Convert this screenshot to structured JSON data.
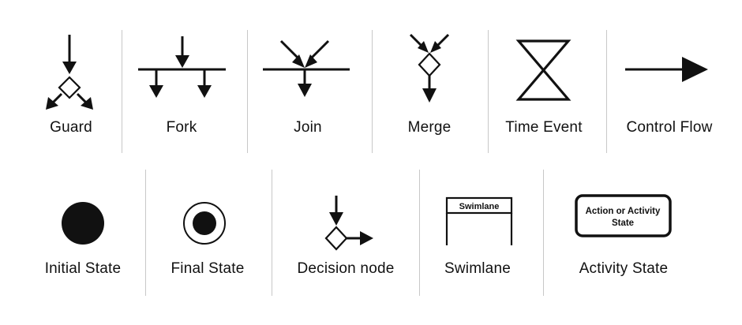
{
  "row1": {
    "guard": "Guard",
    "fork": "Fork",
    "join": "Join",
    "merge": "Merge",
    "time_event": "Time Event",
    "control_flow": "Control Flow"
  },
  "row2": {
    "initial_state": "Initial State",
    "final_state": "Final State",
    "decision_node": "Decision node",
    "swimlane": "Swimlane",
    "activity_state": "Activity State"
  },
  "inner": {
    "swimlane_header": "Swimlane",
    "activity_box_line1": "Action or Activity",
    "activity_box_line2": "State"
  },
  "colors": {
    "stroke": "#111111",
    "divider": "#c8c8c8",
    "background": "#ffffff"
  }
}
